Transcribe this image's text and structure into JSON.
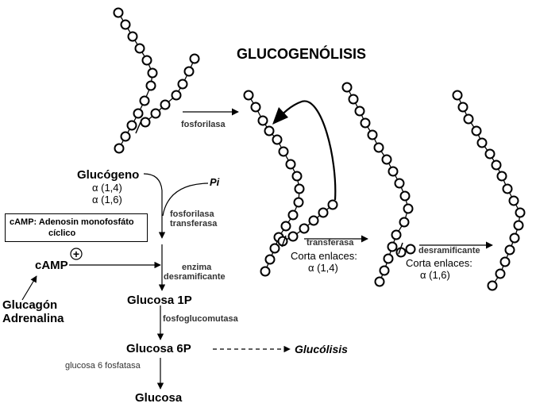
{
  "title": "GLUCOGENÓLISIS",
  "pathway": {
    "glycogen": "Glucógeno",
    "bond_a14": "α (1,4)",
    "bond_a16": "α (1,6)",
    "pi": "Pi",
    "enzyme_fosforilasa_transferasa_1": "fosforilasa",
    "enzyme_fosforilasa_transferasa_2": "transferasa",
    "enzyme_desram_1": "enzima",
    "enzyme_desram_2": "desramificante",
    "glucose_1p": "Glucosa 1P",
    "fosfoglucomutasa": "fosfoglucomutasa",
    "glucose_6p": "Glucosa 6P",
    "glycolysis": "Glucólisis",
    "glucose_6_fosfatasa": "glucosa 6 fosfatasa",
    "glucose": "Glucosa"
  },
  "regulation": {
    "camp_box_line1": "cAMP:  Adenosin monofosfáto",
    "camp_box_line2": "cíclico",
    "camp": "cAMP",
    "plus": "+",
    "hormones_1": "Glucagón",
    "hormones_2": "Adrenalina"
  },
  "top_steps": {
    "fosforilasa": "fosforilasa",
    "transferasa": "transferasa",
    "corta_enlaces_1": "Corta enlaces:",
    "bond_1": "α (1,4)",
    "desramificante": "desramificante",
    "corta_enlaces_2": "Corta enlaces:",
    "bond_2": "α (1,6)"
  }
}
